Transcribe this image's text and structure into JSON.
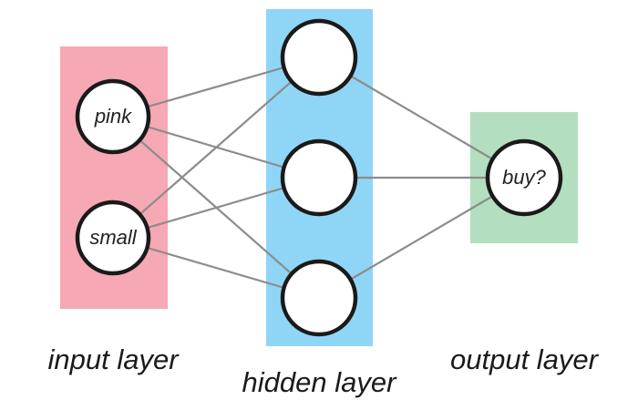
{
  "colors": {
    "input_layer_bg": "#f6a8b4",
    "hidden_layer_bg": "#8fd6f6",
    "output_layer_bg": "#b3dfc0",
    "edge": "#8c8c8c",
    "node_stroke": "#1a1a1a",
    "node_fill": "#ffffff"
  },
  "layers": {
    "input": {
      "label": "input layer",
      "nodes": [
        "pink",
        "small"
      ]
    },
    "hidden": {
      "label": "hidden layer",
      "nodes": [
        "",
        "",
        ""
      ]
    },
    "output": {
      "label": "output layer",
      "nodes": [
        "buy?"
      ]
    }
  },
  "connections": [
    [
      "input.0",
      "hidden.0"
    ],
    [
      "input.0",
      "hidden.1"
    ],
    [
      "input.0",
      "hidden.2"
    ],
    [
      "input.1",
      "hidden.0"
    ],
    [
      "input.1",
      "hidden.1"
    ],
    [
      "input.1",
      "hidden.2"
    ],
    [
      "hidden.0",
      "output.0"
    ],
    [
      "hidden.1",
      "output.0"
    ],
    [
      "hidden.2",
      "output.0"
    ]
  ]
}
